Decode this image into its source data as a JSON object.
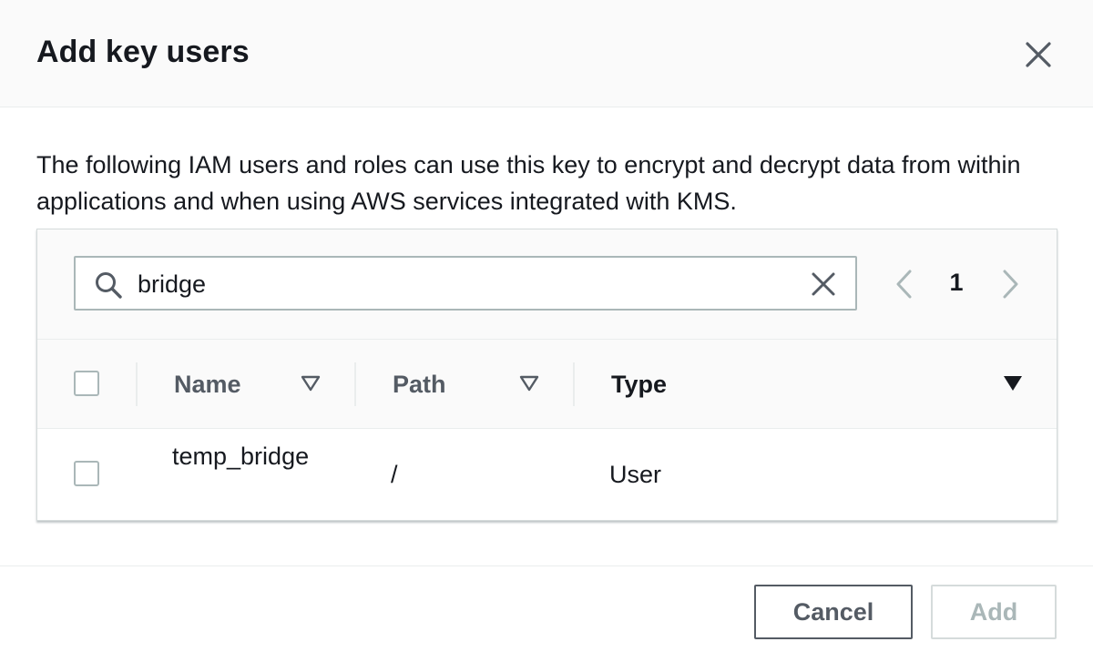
{
  "modal": {
    "title": "Add key users",
    "description": "The following IAM users and roles can use this key to encrypt and decrypt data from within applications and when using AWS services integrated with KMS."
  },
  "search": {
    "value": "bridge",
    "icon": "search-icon",
    "clear_icon": "close-icon"
  },
  "pagination": {
    "current_page": "1",
    "prev_icon": "chevron-left-icon",
    "next_icon": "chevron-right-icon"
  },
  "table": {
    "columns": [
      {
        "label": "Name",
        "sort": "sortable"
      },
      {
        "label": "Path",
        "sort": "sortable"
      },
      {
        "label": "Type",
        "sort": "sorted-descending"
      }
    ],
    "rows": [
      {
        "name": "temp_bridge",
        "path": "/",
        "type": "User",
        "selected": false
      }
    ]
  },
  "footer": {
    "cancel_label": "Cancel",
    "add_label": "Add"
  },
  "colors": {
    "text_primary": "#16191f",
    "text_secondary": "#545b64",
    "border": "#aab7b8",
    "disabled": "#aab7b8",
    "header_bg": "#fafafa"
  }
}
